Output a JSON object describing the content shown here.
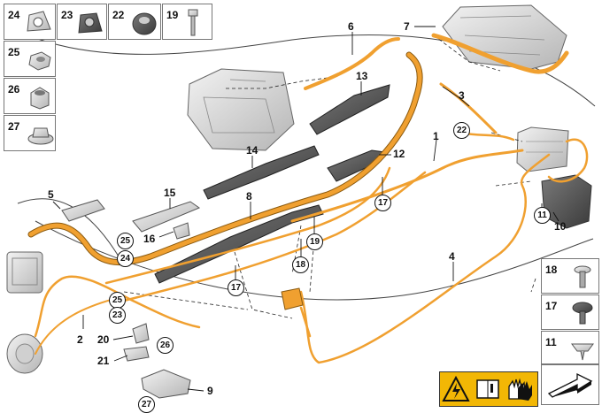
{
  "figure": {
    "small_parts": [
      {
        "id": "part-24",
        "label": "24"
      },
      {
        "id": "part-23",
        "label": "23"
      },
      {
        "id": "part-22",
        "label": "22"
      },
      {
        "id": "part-19",
        "label": "19"
      },
      {
        "id": "part-25",
        "label": "25"
      },
      {
        "id": "part-26",
        "label": "26"
      },
      {
        "id": "part-27",
        "label": "27"
      },
      {
        "id": "part-18",
        "label": "18"
      },
      {
        "id": "part-17",
        "label": "17"
      },
      {
        "id": "part-11",
        "label": "11"
      }
    ],
    "callouts": {
      "n1": "1",
      "n2": "2",
      "n3": "3",
      "n4": "4",
      "n5": "5",
      "n6": "6",
      "n7": "7",
      "n8": "8",
      "n9": "9",
      "n10": "10",
      "n12": "12",
      "n13": "13",
      "n14": "14",
      "n15": "15",
      "n16": "16",
      "n20": "20",
      "n21": "21"
    },
    "circled": {
      "c22": "22",
      "c11": "11",
      "c17a": "17",
      "c17b": "17",
      "c19": "19",
      "c18": "18",
      "c25a": "25",
      "c24": "24",
      "c25b": "25",
      "c23": "23",
      "c26": "26",
      "c27": "27"
    },
    "colors": {
      "cable_orange": "#f0a030",
      "cable_dark": "#8a5a10",
      "warning_yellow": "#f2b705",
      "line_black": "#111111",
      "part_gray": "#b8b8b8"
    },
    "warning_icons": [
      "high-voltage-icon",
      "manual-icon",
      "gloves-icon"
    ]
  }
}
